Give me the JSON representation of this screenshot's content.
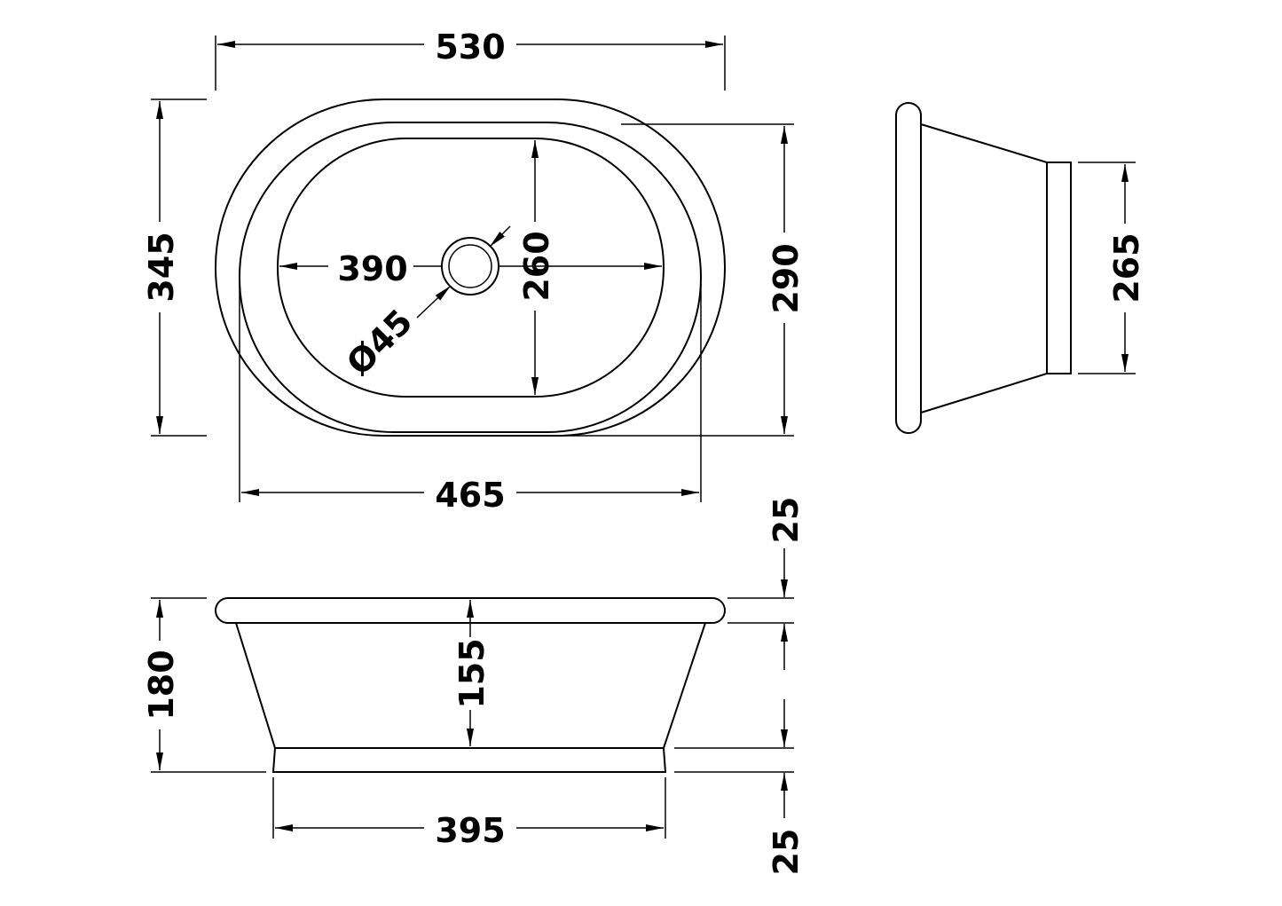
{
  "dimensions": {
    "overall_width": "530",
    "overall_depth": "345",
    "inner_rim_depth": "290",
    "inner_rim_width": "465",
    "bowl_width": "390",
    "bowl_depth": "260",
    "waste_diameter": "Ø45",
    "side_base_height": "265",
    "overall_height": "180",
    "bowl_height": "155",
    "rim_thickness": "25",
    "base_thickness": "25",
    "base_width": "395"
  },
  "colors": {
    "line": "#000000",
    "background": "#ffffff"
  }
}
